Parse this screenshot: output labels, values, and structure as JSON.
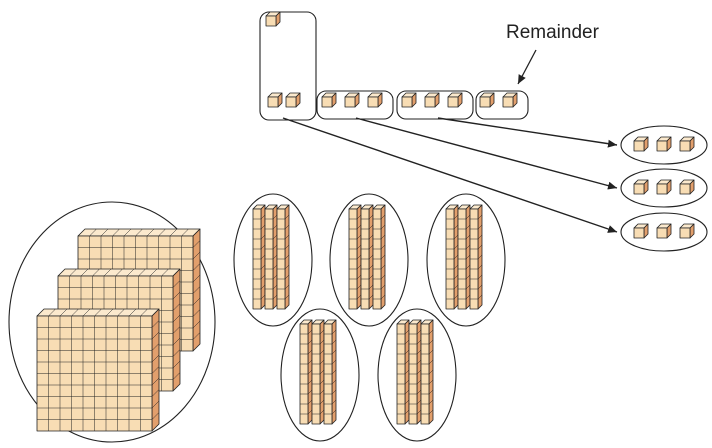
{
  "annotation": {
    "remainder_label": "Remainder"
  },
  "colors": {
    "cube_front": "#f8ddb4",
    "cube_top": "#fbe9cd",
    "cube_side": "#e29f6c",
    "outline": "#222222"
  },
  "icons": {
    "unit_cube": "unit-cube-icon",
    "ten_rod": "ten-rod-icon",
    "hundred_flat": "hundred-flat-icon"
  },
  "model": {
    "flats": 3,
    "rods": 5,
    "unit_groups": [
      1,
      2,
      3,
      3,
      2
    ],
    "shares": [
      3,
      3,
      3
    ]
  }
}
